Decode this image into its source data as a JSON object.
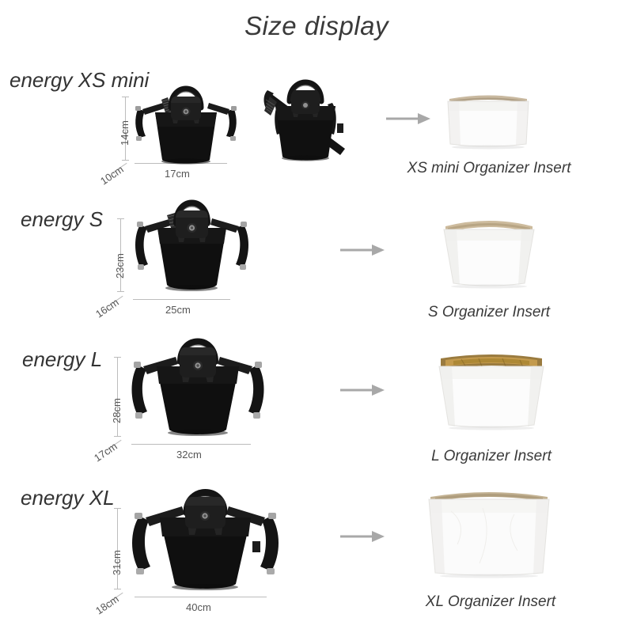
{
  "title": "Size display",
  "arrow_color": "#a8a8a8",
  "bag_color": "#111111",
  "insert_body_color": "#fbfbfb",
  "insert_rim_color": "#cbbca2",
  "rows": [
    {
      "id": "xs-mini",
      "size_label": "energy XS mini",
      "height_cm": "14cm",
      "depth_cm": "10cm",
      "width_cm": "17cm",
      "insert_caption": "XS mini Organizer Insert",
      "insert_rim": "#c9b9a0",
      "bag_count": 2
    },
    {
      "id": "s",
      "size_label": "energy S",
      "height_cm": "23cm",
      "depth_cm": "16cm",
      "width_cm": "25cm",
      "insert_caption": "S Organizer Insert",
      "insert_rim": "#cdbb9d",
      "bag_count": 1
    },
    {
      "id": "l",
      "size_label": "energy L",
      "height_cm": "28cm",
      "depth_cm": "17cm",
      "width_cm": "32cm",
      "insert_caption": "L Organizer Insert",
      "insert_rim": "#9a7b3f",
      "bag_count": 1
    },
    {
      "id": "xl",
      "size_label": "energy XL",
      "height_cm": "31cm",
      "depth_cm": "18cm",
      "width_cm": "40cm",
      "insert_caption": "XL Organizer Insert",
      "insert_rim": "#c3b293",
      "bag_count": 1
    }
  ]
}
